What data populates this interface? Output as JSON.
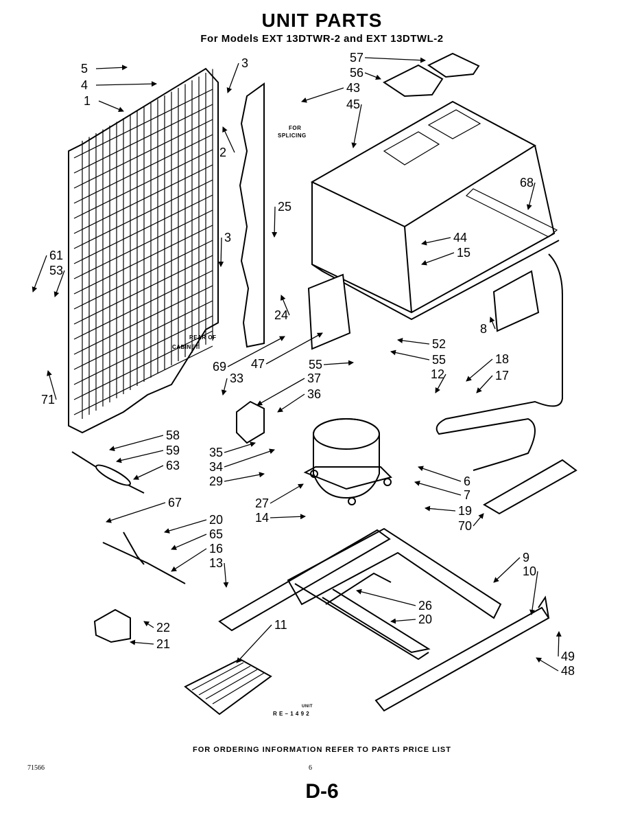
{
  "header": {
    "title": "UNIT PARTS",
    "subtitle": "For Models EXT 13DTWR-2 and EXT 13DTWL-2"
  },
  "notes": {
    "for_splicing_1": "FOR",
    "for_splicing_2": "SPLICING",
    "rear_of_cabinet_1": "REAR OF",
    "rear_of_cabinet_2": "CABINET",
    "unit_small": "UNIT",
    "drawing_code": "R E – 1 4 9 2"
  },
  "callouts": {
    "c5": "5",
    "c4": "4",
    "c1": "1",
    "c3a": "3",
    "c2": "2",
    "c3b": "3",
    "c61": "61",
    "c53": "53",
    "c71": "71",
    "c57": "57",
    "c56": "56",
    "c43": "43",
    "c45": "45",
    "c68": "68",
    "c25": "25",
    "c24": "24",
    "c44": "44",
    "c15": "15",
    "c8": "8",
    "c52": "52",
    "c55a": "55",
    "c55b": "55",
    "c69": "69",
    "c47": "47",
    "c33": "33",
    "c37": "37",
    "c36": "36",
    "c18": "18",
    "c12": "12",
    "c17": "17",
    "c58": "58",
    "c59": "59",
    "c63": "63",
    "c35": "35",
    "c34": "34",
    "c29": "29",
    "c6": "6",
    "c7": "7",
    "c27": "27",
    "c14": "14",
    "c19": "19",
    "c70": "70",
    "c67": "67",
    "c20a": "20",
    "c65": "65",
    "c16": "16",
    "c13": "13",
    "c9": "9",
    "c10": "10",
    "c26": "26",
    "c20b": "20",
    "c22": "22",
    "c21": "21",
    "c11": "11",
    "c49": "49",
    "c48": "48"
  },
  "footer": {
    "ordering_info": "FOR ORDERING INFORMATION REFER TO PARTS PRICE LIST",
    "catalog_number": "71566",
    "page_number": "6",
    "section": "D-6"
  }
}
